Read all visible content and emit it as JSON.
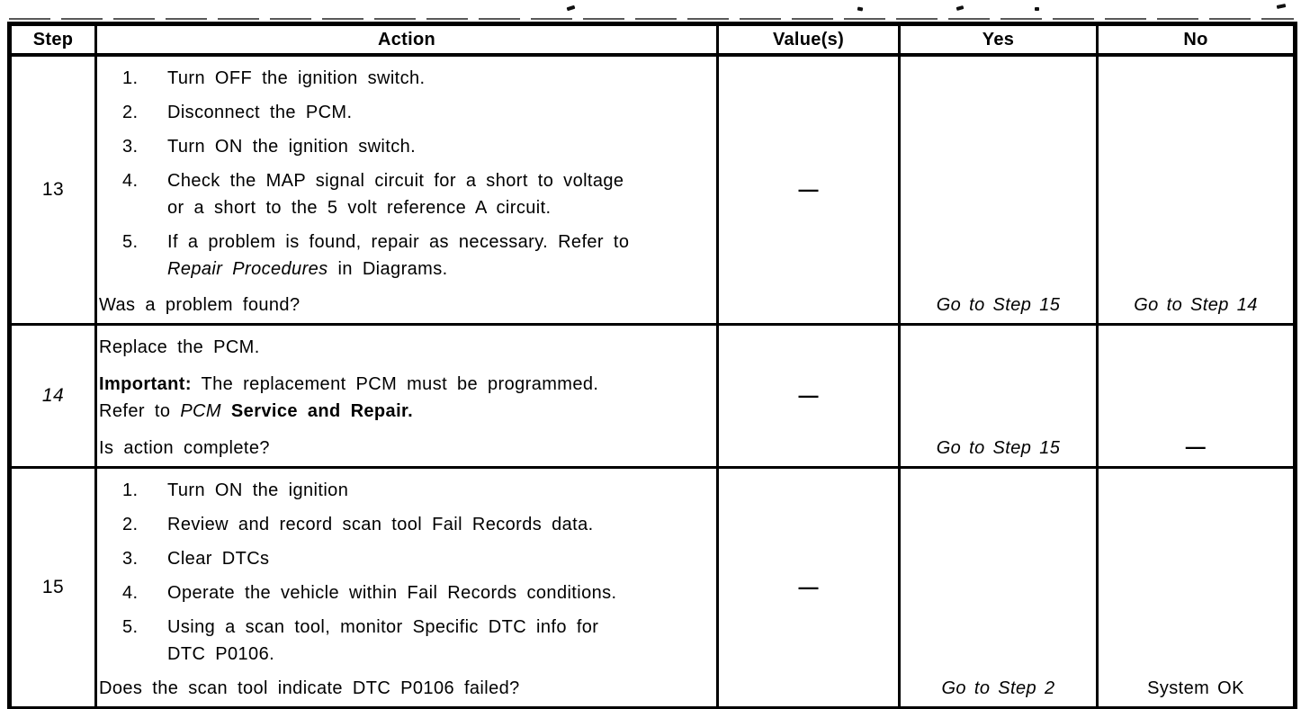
{
  "header": {
    "step": "Step",
    "action": "Action",
    "values": "Value(s)",
    "yes": "Yes",
    "no": "No"
  },
  "rows": [
    {
      "step": "13",
      "items": [
        {
          "num": "1.",
          "line1": "Turn OFF the ignition switch."
        },
        {
          "num": "2.",
          "line1": "Disconnect the PCM."
        },
        {
          "num": "3.",
          "line1": "Turn ON the ignition switch."
        },
        {
          "num": "4.",
          "line1": "Check the MAP signal circuit for a short to voltage",
          "line2": "or a short to the 5 volt reference A circuit."
        },
        {
          "num": "5.",
          "line1": "If a problem is found, repair as necessary. Refer to",
          "line2_italic": "Repair Procedures",
          "line2_rest": " in Diagrams."
        }
      ],
      "question": "Was a problem found?",
      "value": "—",
      "yes": "Go to Step 15",
      "no": "Go to Step 14"
    },
    {
      "step": "14",
      "para1": "Replace the PCM.",
      "important_label": "Important:",
      "important_text": " The replacement PCM must be programmed.",
      "important_line2_lead": "Refer to ",
      "important_italic": "PCM",
      "important_bold": " Service and Repair.",
      "question": "Is action complete?",
      "value": "—",
      "yes": "Go to Step 15",
      "no": "—"
    },
    {
      "step": "15",
      "items": [
        {
          "num": "1.",
          "line1": "Turn ON the ignition"
        },
        {
          "num": "2.",
          "line1": "Review and record scan tool Fail Records data."
        },
        {
          "num": "3.",
          "line1": "Clear DTCs"
        },
        {
          "num": "4.",
          "line1": "Operate the vehicle within Fail Records conditions."
        },
        {
          "num": "5.",
          "line1": "Using a scan tool, monitor Specific DTC info for",
          "line2": "DTC P0106."
        }
      ],
      "question": "Does the scan tool indicate DTC P0106 failed?",
      "value": "—",
      "yes": "Go to Step 2",
      "no": "System OK"
    }
  ]
}
